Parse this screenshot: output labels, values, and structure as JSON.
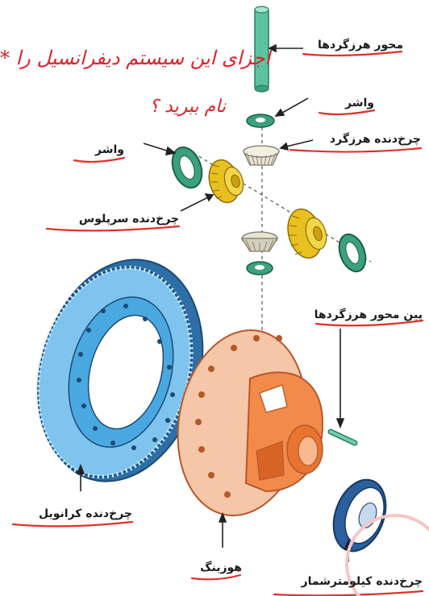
{
  "note": {
    "line1": "* اجزای این سیستم دیفرانسیل را",
    "line2": "نام ببرید ؟"
  },
  "labels": {
    "axle_pin": "محور هرزگردها",
    "washer_top": "واشر",
    "idler_gear": "چرخ‌دنده هرزگرد",
    "washer_left": "واشر",
    "side_gear": "چرخ‌دنده سرپلوس",
    "pin": "پین محور هرزگردها",
    "ring_gear": "چرخ‌دنده کرانویل",
    "housing": "هوزینگ",
    "speedo_gear": "چرخ‌دنده کیلومترشمار"
  },
  "colors": {
    "underline": "#e0302a",
    "ink": "#1a1a1a",
    "ring_blue": "#4aa8e0",
    "housing_orange": "#f28a4a",
    "gear_yellow": "#e8c020",
    "washer_green": "#3aa080"
  }
}
